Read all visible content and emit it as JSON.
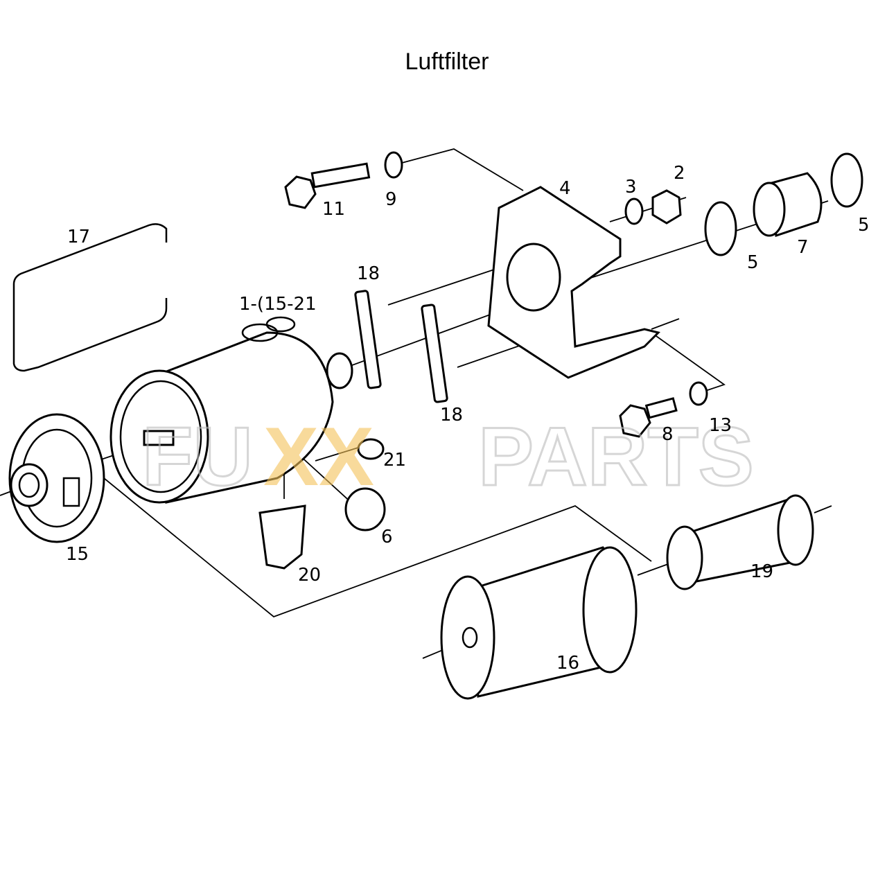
{
  "title": "Luftfilter",
  "watermark": {
    "text_a": "FU",
    "text_b": "XX",
    "text_c": "PARTS",
    "accent": "#f5c35a",
    "gray": "#d8d8d8"
  },
  "labels": {
    "p1": "1-(15-21",
    "p2": "2",
    "p3": "3",
    "p4": "4",
    "p5a": "5",
    "p5b": "5",
    "p6": "6",
    "p7": "7",
    "p8": "8",
    "p9": "9",
    "p11": "11",
    "p13": "13",
    "p15": "15",
    "p16": "16",
    "p17": "17",
    "p18a": "18",
    "p18b": "18",
    "p19": "19",
    "p20": "20",
    "p21": "21"
  }
}
